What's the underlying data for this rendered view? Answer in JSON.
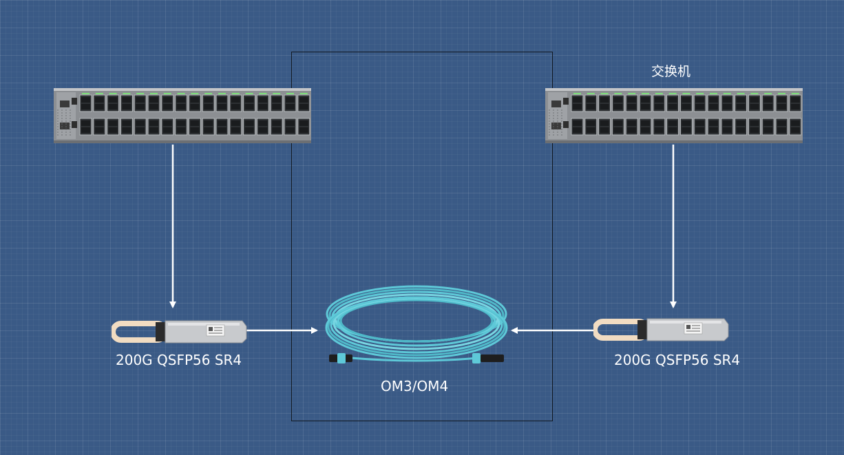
{
  "labels": {
    "switch": "交换机",
    "module_left": "200G QSFP56 SR4",
    "module_right": "200G QSFP56 SR4",
    "cable": "OM3/OM4"
  },
  "colors": {
    "background": "#3a5a86",
    "arrow": "#ffffff",
    "fiber": "#5ec9d8",
    "switch_body": "#8c8f93"
  },
  "icons": {
    "switch": "network-switch-icon",
    "module": "qsfp56-transceiver-icon",
    "cable": "fiber-cable-coil-icon"
  }
}
